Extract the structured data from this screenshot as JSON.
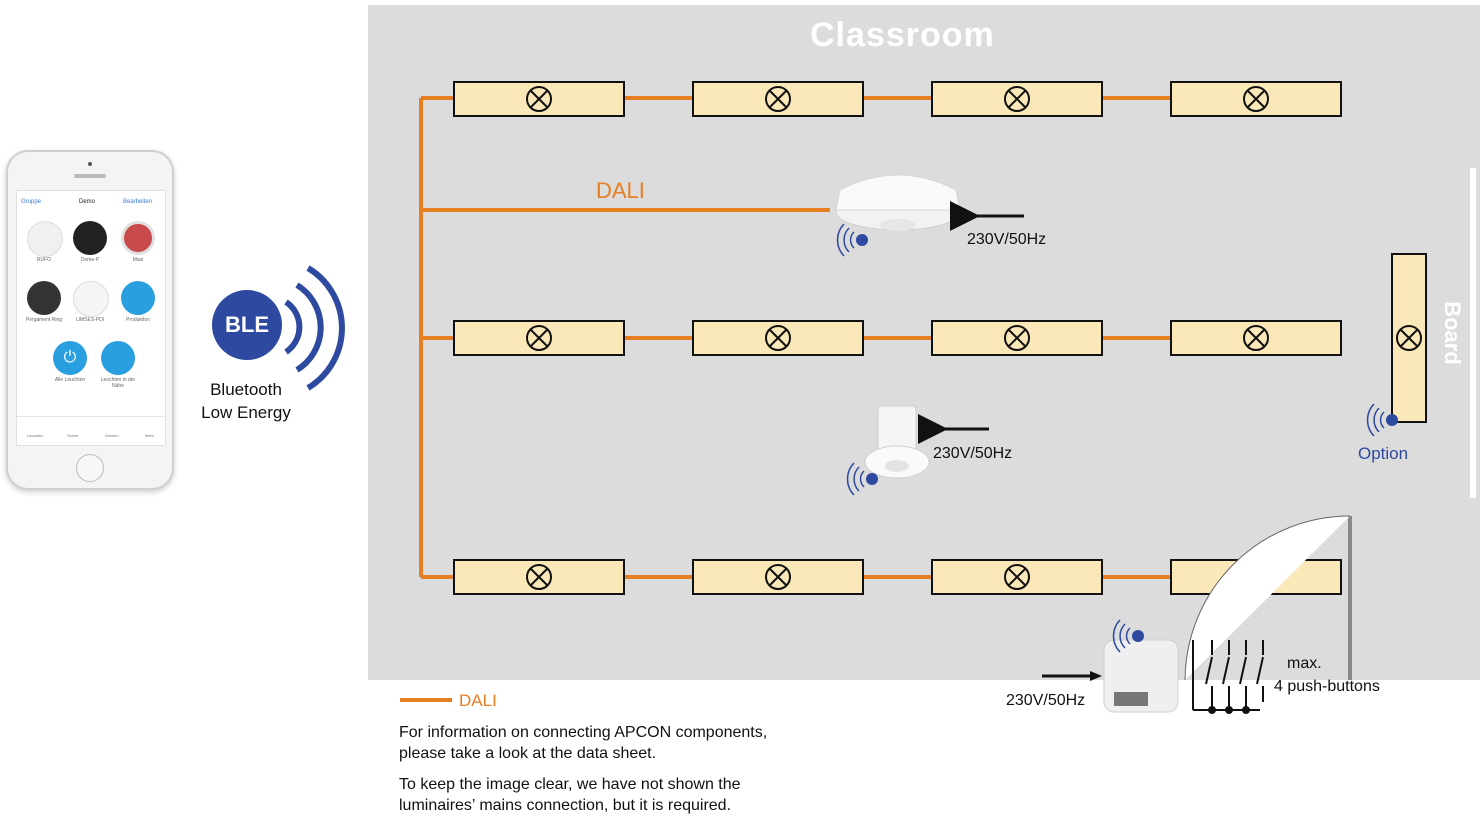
{
  "room": {
    "title": "Classroom",
    "board_label": "Board"
  },
  "bus": {
    "label": "DALI",
    "color": "#e67e22"
  },
  "sensors": [
    {
      "power_label": "230V/50Hz"
    },
    {
      "power_label": "230V/50Hz"
    },
    {
      "power_label": "230V/50Hz"
    }
  ],
  "option_label": "Option",
  "pushbuttons": {
    "line1": "max.",
    "line2": "4 push-buttons"
  },
  "ble": {
    "badge": "BLE",
    "line1": "Bluetooth",
    "line2": "Low Energy",
    "color": "#2d4aa0"
  },
  "phone": {
    "header_left": "Gruppe",
    "header_center": "Demo",
    "header_right": "Bearbeiten",
    "apps": [
      "RUFO",
      "Dome-P",
      "Maxi",
      "Pergament Ring",
      "LIMSES-PDI",
      "Produktion",
      "Alle Leuchten",
      "Leuchten in der Nähe"
    ],
    "nav": [
      "Leuchten",
      "Szene",
      "Szenen",
      "Mehr"
    ]
  },
  "legend": {
    "label": "DALI"
  },
  "notes": {
    "line1": "For information on connecting APCON components,",
    "line2": "please take a look at the data sheet.",
    "line3": "To keep the image clear, we have not shown the",
    "line4": "luminaires’ mains connection, but it is required."
  },
  "colors": {
    "room": "#dcdcdc",
    "luminaire_fill": "#fbe8b8",
    "dali": "#e67e22",
    "ble": "#2d4aa0"
  }
}
